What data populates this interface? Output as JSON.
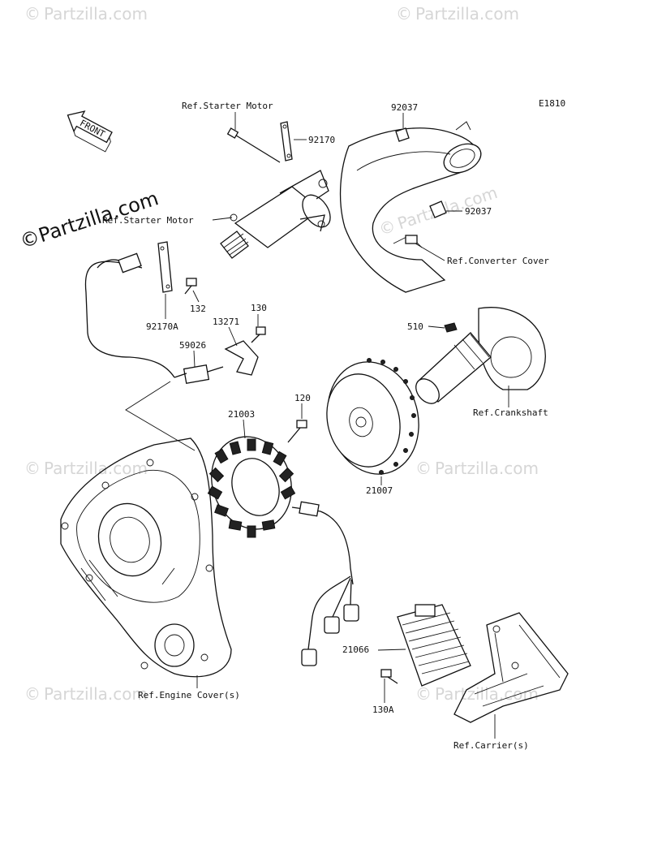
{
  "diagram_code": "E1810",
  "watermark": {
    "brand": "Partzilla.com",
    "symbol": "©"
  },
  "front_arrow": {
    "label": "FRONT"
  },
  "callouts": {
    "ref_starter_motor_top": "Ref.Starter Motor",
    "p92170": "92170",
    "ref_starter_motor_side": "Ref.Starter Motor",
    "p92170A": "92170A",
    "p132": "132",
    "p130": "130",
    "p13271": "13271",
    "p59026": "59026",
    "p92037_top": "92037",
    "p92037_mid": "92037",
    "ref_converter_cover": "Ref.Converter Cover",
    "p510": "510",
    "ref_crankshaft": "Ref.Crankshaft",
    "p120": "120",
    "p21003": "21003",
    "p21007": "21007",
    "ref_engine_cover": "Ref.Engine Cover(s)",
    "p21066": "21066",
    "p130A": "130A",
    "ref_carrier": "Ref.Carrier(s)"
  }
}
